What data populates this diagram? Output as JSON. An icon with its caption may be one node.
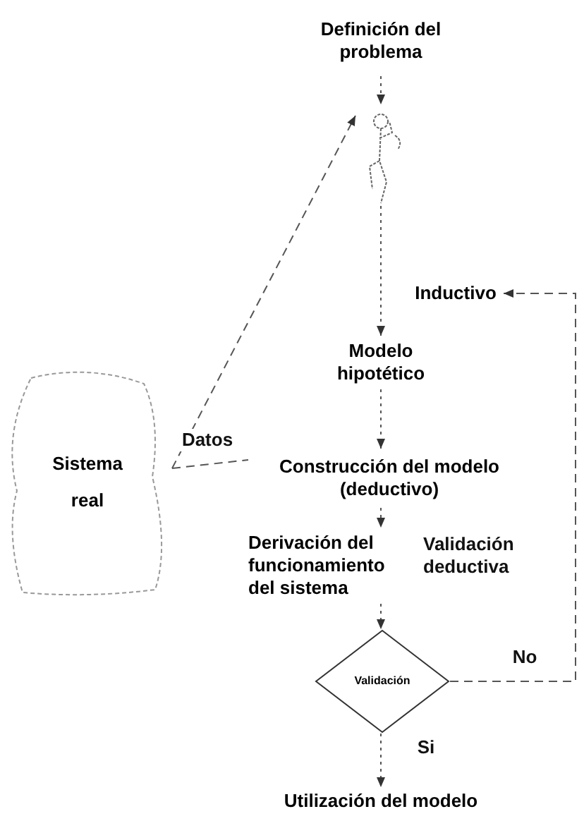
{
  "diagram": {
    "nodes": [
      {
        "text": [
          "Definición del problema"
        ]
      },
      {
        "text": [],
        "shape": "picture"
      },
      {
        "text": [
          "Inductivo"
        ]
      },
      {
        "text": [
          "Modelo hipotético"
        ]
      },
      {
        "text": [
          "Construcción del modelo (deductivo)"
        ]
      },
      {
        "text": [
          "Derivación del funcionamiento del sistema"
        ]
      },
      {
        "text": [
          "Validación"
        ]
      },
      {
        "text": [
          "Utilización del modelo"
        ]
      },
      {
        "text": [
          "Sistema real"
        ]
      }
    ],
    "edges": [
      {
        "from": 0,
        "to": 1,
        "arrow": "to"
      },
      {
        "from": 1,
        "to": 3,
        "arrow": "to"
      },
      {
        "from": 3,
        "to": 4,
        "arrow": "to"
      },
      {
        "from": 4,
        "to": 5,
        "arrow": "to"
      },
      {
        "from": 5,
        "to": 6,
        "arrow": "to"
      },
      {
        "from": 6,
        "to": 7,
        "label": "Si",
        "arrow": "to"
      },
      {
        "from": 6,
        "to": 2,
        "label": "No",
        "arrow": "to",
        "style": "dashed"
      },
      {
        "from": 8,
        "to": 1,
        "arrow": "to",
        "style": "dashed"
      },
      {
        "from": 8,
        "to": 4,
        "label": "Datos",
        "arrow": "none",
        "style": "dashed"
      }
    ],
    "labels": [
      "Validación deductiva"
    ]
  }
}
